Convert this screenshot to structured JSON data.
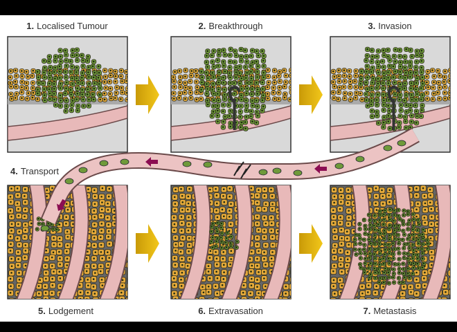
{
  "title": "Stages of metastasis",
  "panels": [
    {
      "number": "1.",
      "title": "Localised Tumour"
    },
    {
      "number": "2.",
      "title": "Breakthrough"
    },
    {
      "number": "3.",
      "title": "Invasion"
    },
    {
      "number": "4.",
      "title": "Transport"
    },
    {
      "number": "5.",
      "title": "Lodgement"
    },
    {
      "number": "6.",
      "title": "Extravasation"
    },
    {
      "number": "7.",
      "title": "Metastasis"
    }
  ],
  "colors": {
    "tumour": "#6f9a3a",
    "tissue": "#e5a93a",
    "vessel": "#e8b9b9",
    "arrow": "#e2b30f",
    "flow_arrow": "#8b0d52",
    "background": "#d9d9d9"
  }
}
